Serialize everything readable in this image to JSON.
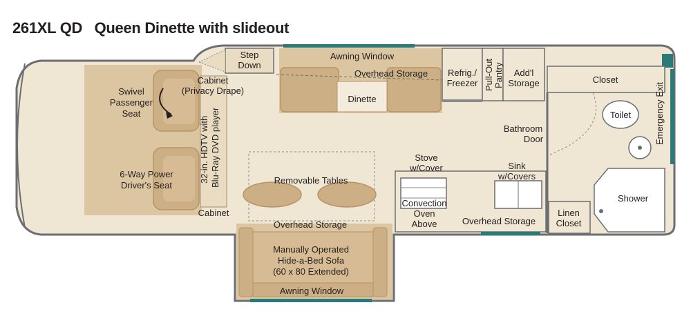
{
  "title": "261XL QD   Queen Dinette with slideout",
  "labels": {
    "step_down": [
      "Step",
      "Down"
    ],
    "awning_window_top": "Awning Window",
    "overhead_storage_top": "Overhead Storage",
    "dinette": "Dinette",
    "refrig_freezer": [
      "Refrig./",
      "Freezer"
    ],
    "pull_out_pantry": [
      "Pull-Out",
      "Pantry"
    ],
    "addl_storage": [
      "Add'l",
      "Storage"
    ],
    "closet": "Closet",
    "emergency_exit": "Emergency Exit",
    "toilet": "Toilet",
    "cabinet_privacy": [
      "Cabinet",
      "(Privacy Drape)"
    ],
    "swivel_seat": [
      "Swivel",
      "Passenger",
      "Seat"
    ],
    "hdtv": [
      "32-in. HDTV with",
      "Blu-Ray DVD player"
    ],
    "drivers_seat": [
      "6-Way Power",
      "Driver's Seat"
    ],
    "cabinet_bottom": "Cabinet",
    "removable_tables": "Removable Tables",
    "bathroom_door": [
      "Bathroom",
      "Door"
    ],
    "stove": [
      "Stove",
      "w/Cover"
    ],
    "sink": [
      "Sink",
      "w/Covers"
    ],
    "convection_oven": [
      "Convection",
      "Oven",
      "Above"
    ],
    "overhead_storage_kitchen": "Overhead Storage",
    "linen_closet": [
      "Linen",
      "Closet"
    ],
    "shower": "Shower",
    "overhead_storage_slide": "Overhead Storage",
    "sofa": [
      "Manually Operated",
      "Hide-a-Bed Sofa",
      "(60 x 80 Extended)"
    ],
    "awning_window_bottom": "Awning Window"
  },
  "colors": {
    "floor": "#efe6d3",
    "outline": "#6d6e71",
    "cab_floor": "#dcc6a2",
    "furniture": "#cdaf86",
    "furniture_light": "#e9dcc2",
    "window": "#2b7a78",
    "white": "#ffffff"
  }
}
